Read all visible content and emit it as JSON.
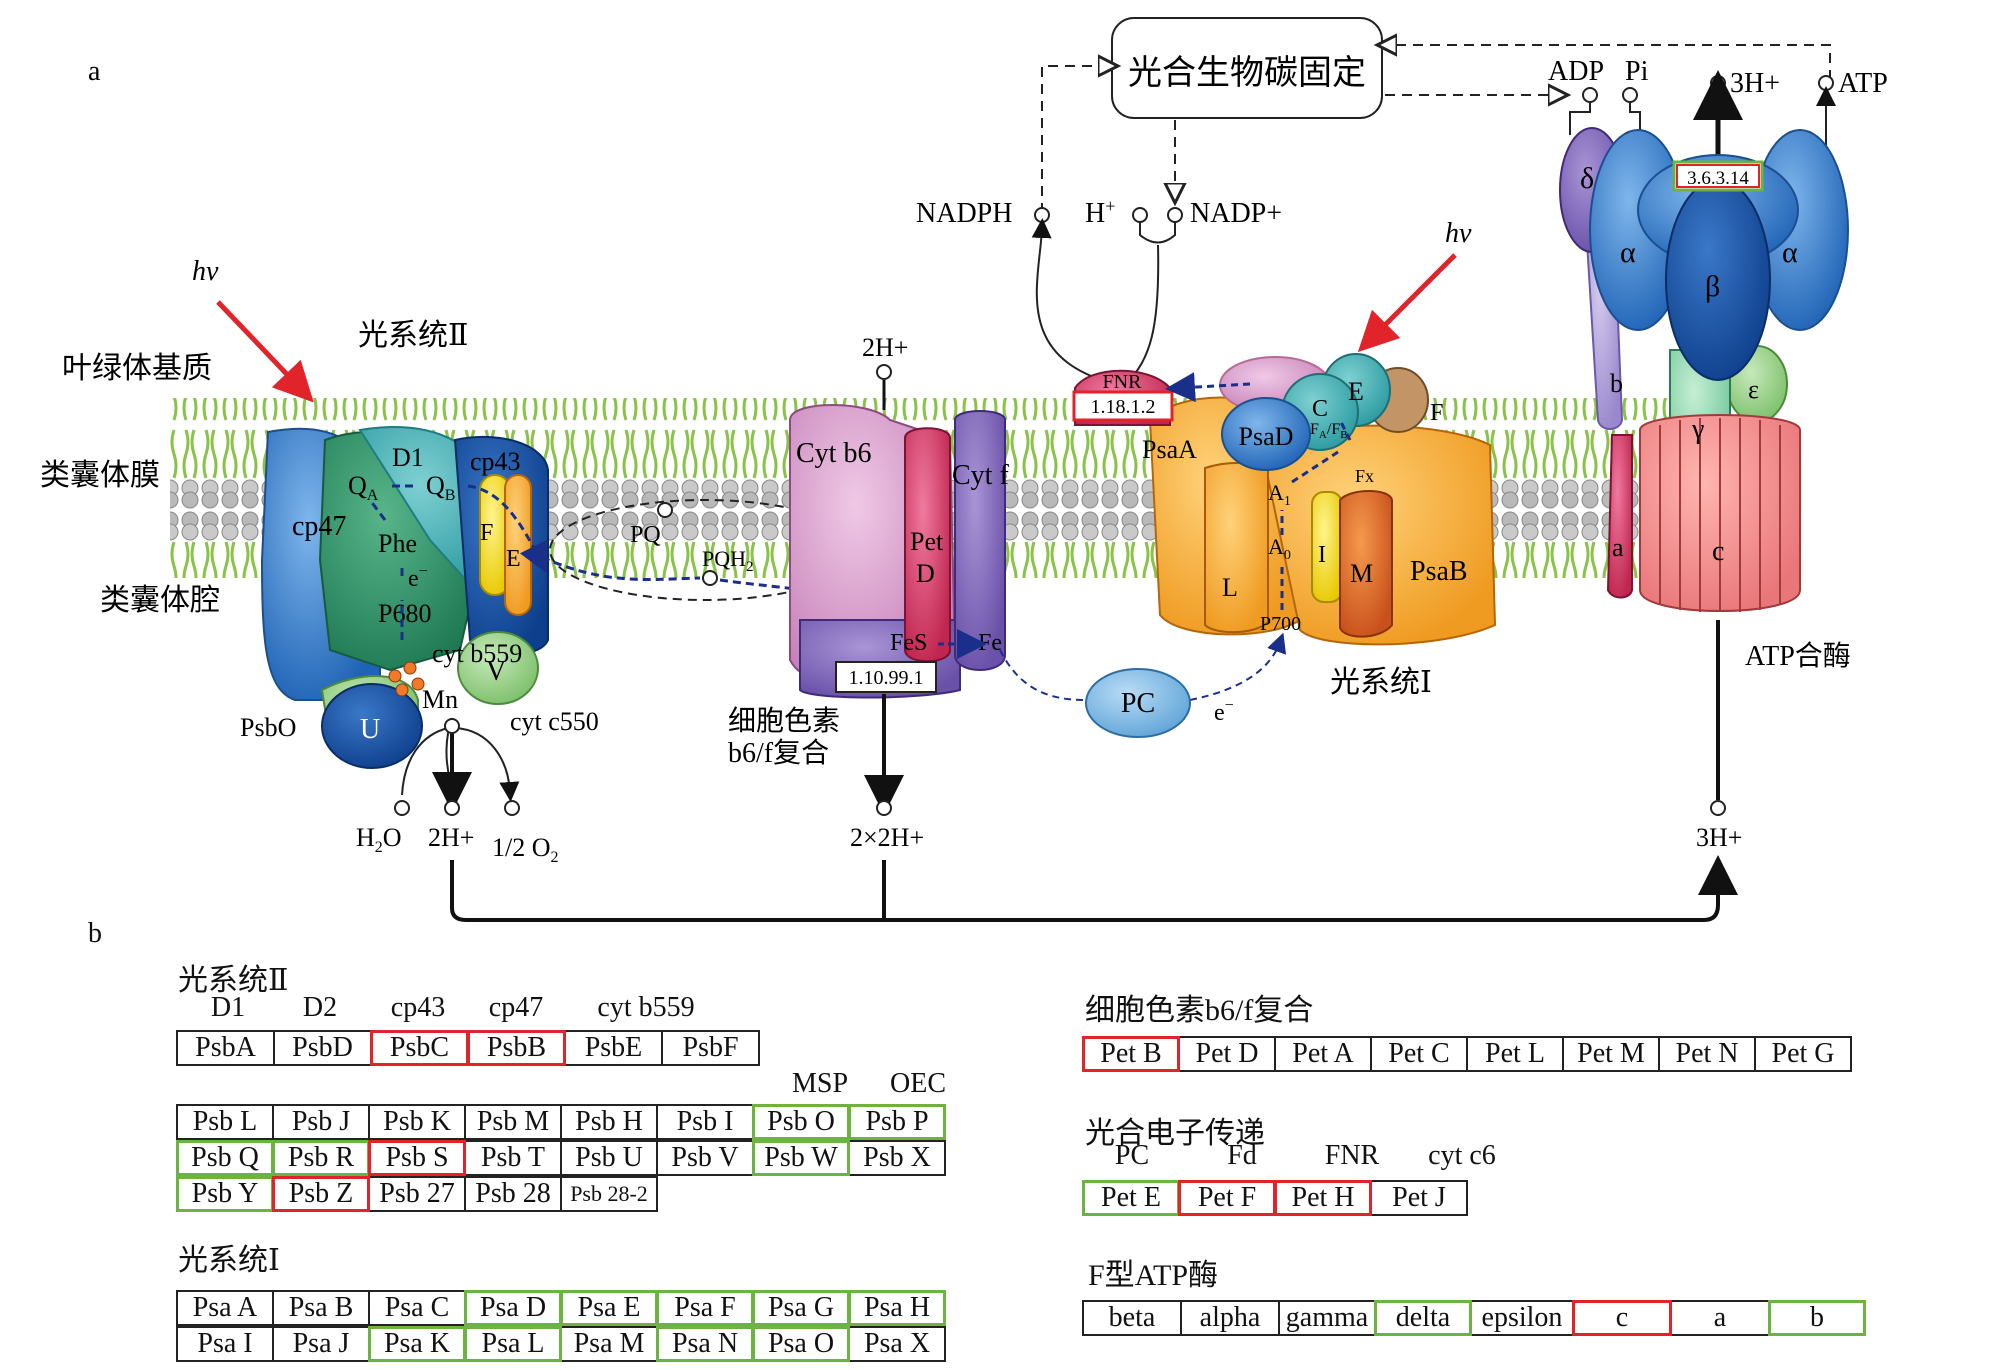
{
  "panel_a": {
    "panel_label": "a",
    "carbon_fixation": "光合生物碳固定",
    "adp": "ADP",
    "pi": "Pi",
    "h3_top": "3H+",
    "atp": "ATP",
    "nadph": "NADPH",
    "h_plus": "H",
    "h_plus_sup": "+",
    "nadp": "NADP+",
    "hv_left": "hv",
    "hv_right": "hv",
    "stroma": "叶绿体基质",
    "thylakoid_membrane": "类囊体膜",
    "lumen": "类囊体腔",
    "ps2_title": "光系统Ⅱ",
    "ps1_title": "光系统Ⅰ",
    "cyt_complex_title_1": "细胞色素",
    "cyt_complex_title_2": "b6/f复合",
    "atp_synthase": "ATP合酶",
    "ps2": {
      "cp47": "cp47",
      "d1": "D1",
      "cp43": "cp43",
      "qa": "Q",
      "qa_sub": "A",
      "qb": "Q",
      "qb_sub": "B",
      "phe": "Phe",
      "e": "e",
      "p680": "P680",
      "f": "F",
      "e_sub": "E",
      "cytb559": "cyt b559",
      "v": "V",
      "cytc550": "cyt c550",
      "u": "U",
      "psbo": "PsbO",
      "mn": "Mn",
      "h2o": "H",
      "h2o_2": "2",
      "h2o_3": "O",
      "h2_plus": "2H+",
      "o2": "1/2 O",
      "o2_sub": "2"
    },
    "pq": "PQ",
    "pqh2": "PQH",
    "pqh2_sub": "2",
    "cyt": {
      "h2_top": "2H+",
      "cytb6": "Cyt b6",
      "pet": "Pet",
      "d": "D",
      "cytf": "Cyt f",
      "fes": "FeS",
      "fe": "Fe",
      "ec": "1.10.99.1",
      "h2x2": "2×2H+"
    },
    "pc": "PC",
    "pc_e": "e",
    "ps1": {
      "fnr": "FNR",
      "fnr_ec": "1.18.1.2",
      "psaa": "PsaA",
      "psad": "PsaD",
      "c": "C",
      "e": "E",
      "f": "F",
      "fa": "F",
      "fa_sub": "A",
      "fb": "F",
      "fb_sub": "B",
      "fx": "Fx",
      "l": "L",
      "a1": "A",
      "a1_sub": "1",
      "a0": "A",
      "a0_sub": "0",
      "i": "I",
      "m": "M",
      "psab": "PsaB",
      "p700": "P700"
    },
    "atp_syn": {
      "delta": "δ",
      "alpha1": "α",
      "beta": "β",
      "alpha2": "α",
      "ec": "3.6.3.14",
      "b": "b",
      "epsilon": "ε",
      "gamma": "γ",
      "a": "a",
      "c": "c",
      "h3_bottom": "3H+"
    }
  },
  "panel_b": {
    "panel_label": "b",
    "ps2": {
      "title": "光系统Ⅱ",
      "headers": [
        "D1",
        "D2",
        "cp43",
        "cp47",
        "cyt b559"
      ],
      "row1": [
        {
          "label": "PsbA",
          "mark": ""
        },
        {
          "label": "PsbD",
          "mark": ""
        },
        {
          "label": "PsbC",
          "mark": "red"
        },
        {
          "label": "PsbB",
          "mark": "red"
        },
        {
          "label": "PsbE",
          "mark": ""
        },
        {
          "label": "PsbF",
          "mark": ""
        }
      ],
      "headers2": [
        "MSP",
        "OEC"
      ],
      "grid": [
        [
          {
            "label": "Psb L",
            "mark": ""
          },
          {
            "label": "Psb J",
            "mark": ""
          },
          {
            "label": "Psb K",
            "mark": ""
          },
          {
            "label": "Psb M",
            "mark": ""
          },
          {
            "label": "Psb H",
            "mark": ""
          },
          {
            "label": "Psb I",
            "mark": ""
          },
          {
            "label": "Psb O",
            "mark": "green"
          },
          {
            "label": "Psb P",
            "mark": "green"
          }
        ],
        [
          {
            "label": "Psb Q",
            "mark": "green"
          },
          {
            "label": "Psb R",
            "mark": "green"
          },
          {
            "label": "Psb S",
            "mark": "red"
          },
          {
            "label": "Psb T",
            "mark": ""
          },
          {
            "label": "Psb U",
            "mark": ""
          },
          {
            "label": "Psb V",
            "mark": ""
          },
          {
            "label": "Psb W",
            "mark": "green"
          },
          {
            "label": "Psb X",
            "mark": ""
          }
        ],
        [
          {
            "label": "Psb Y",
            "mark": "green"
          },
          {
            "label": "Psb Z",
            "mark": "red"
          },
          {
            "label": "Psb 27",
            "mark": ""
          },
          {
            "label": "Psb 28",
            "mark": ""
          },
          {
            "label": "Psb 28-2",
            "mark": "",
            "small": true
          }
        ]
      ]
    },
    "ps1": {
      "title": "光系统Ⅰ",
      "grid": [
        [
          {
            "label": "Psa A",
            "mark": ""
          },
          {
            "label": "Psa B",
            "mark": ""
          },
          {
            "label": "Psa C",
            "mark": ""
          },
          {
            "label": "Psa D",
            "mark": "green"
          },
          {
            "label": "Psa E",
            "mark": "green"
          },
          {
            "label": "Psa F",
            "mark": "green"
          },
          {
            "label": "Psa G",
            "mark": "green"
          },
          {
            "label": "Psa H",
            "mark": "green"
          }
        ],
        [
          {
            "label": "Psa I",
            "mark": ""
          },
          {
            "label": "Psa J",
            "mark": ""
          },
          {
            "label": "Psa K",
            "mark": "green"
          },
          {
            "label": "Psa L",
            "mark": "green"
          },
          {
            "label": "Psa M",
            "mark": ""
          },
          {
            "label": "Psa N",
            "mark": "green"
          },
          {
            "label": "Psa O",
            "mark": "green"
          },
          {
            "label": "Psa X",
            "mark": ""
          }
        ]
      ]
    },
    "cyt": {
      "title": "细胞色素b6/f复合",
      "row": [
        {
          "label": "Pet B",
          "mark": "red"
        },
        {
          "label": "Pet D",
          "mark": ""
        },
        {
          "label": "Pet A",
          "mark": ""
        },
        {
          "label": "Pet C",
          "mark": ""
        },
        {
          "label": "Pet L",
          "mark": ""
        },
        {
          "label": "Pet M",
          "mark": ""
        },
        {
          "label": "Pet N",
          "mark": ""
        },
        {
          "label": "Pet G",
          "mark": ""
        }
      ]
    },
    "electron": {
      "title": "光合电子传递",
      "headers": [
        "PC",
        "Fd",
        "FNR",
        "cyt c6"
      ],
      "row": [
        {
          "label": "Pet E",
          "mark": "green"
        },
        {
          "label": "Pet F",
          "mark": "red"
        },
        {
          "label": "Pet H",
          "mark": "red"
        },
        {
          "label": "Pet J",
          "mark": ""
        }
      ]
    },
    "atpase": {
      "title": "F型ATP酶",
      "row": [
        {
          "label": "beta",
          "mark": ""
        },
        {
          "label": "alpha",
          "mark": ""
        },
        {
          "label": "gamma",
          "mark": ""
        },
        {
          "label": "delta",
          "mark": "green"
        },
        {
          "label": "epsilon",
          "mark": ""
        },
        {
          "label": "c",
          "mark": "red"
        },
        {
          "label": "a",
          "mark": ""
        },
        {
          "label": "b",
          "mark": "green"
        }
      ]
    }
  }
}
